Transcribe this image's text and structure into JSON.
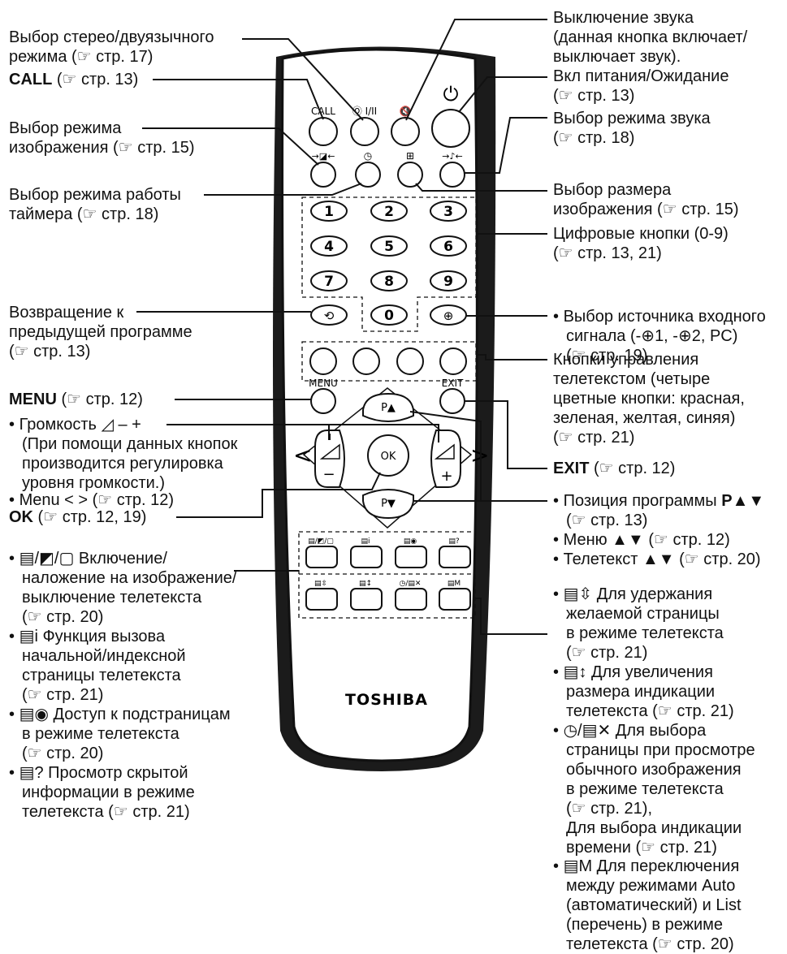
{
  "remote": {
    "brand": "TOSHIBA",
    "buttons": {
      "call": "CALL",
      "stereo": "Ⓞ I/II",
      "mute": "🔇",
      "power": "⏻",
      "picture_mode": "→◪←",
      "timer": "◷",
      "picture_size": "⊞",
      "sound_mode": "→♪←",
      "digits": [
        "1",
        "2",
        "3",
        "4",
        "5",
        "6",
        "7",
        "8",
        "9",
        "0"
      ],
      "recall": "⟲",
      "input": "⊕",
      "menu": "MENU",
      "exit": "EXIT",
      "p_up": "P▲",
      "p_down": "P▼",
      "ok": "OK",
      "vol_minus": "−",
      "vol_plus": "+",
      "tt_row1": [
        "▤/◩/▢",
        "▤i",
        "▤◉",
        "▤?"
      ],
      "tt_row2": [
        "▤⇳",
        "▤↕",
        "◷/▤✕",
        "▤M"
      ]
    }
  },
  "left_labels": {
    "stereo": [
      "Выбор стерео/двуязычного",
      "режима (☞ стр. 17)"
    ],
    "call": [
      "CALL",
      " (☞ стр. 13)"
    ],
    "picture_mode": [
      "Выбор режима",
      "изображения (☞ стр. 15)"
    ],
    "timer": [
      "Выбор режима работы",
      "таймера (☞ стр. 18)"
    ],
    "recall": [
      "Возвращение к",
      "предыдущей программе",
      "(☞ стр. 13)"
    ],
    "menu": [
      "MENU",
      " (☞ стр. 12)"
    ],
    "volume": [
      "Громкость ◿ – +",
      "(При помощи данных кнопок",
      "производится регулировка",
      "уровня громкости.)"
    ],
    "menu_lr": "Menu < > (☞ стр. 12)",
    "ok": [
      "OK",
      " (☞ стр. 12, 19)"
    ],
    "teletext_on": [
      "▤/◩/▢ Включение/",
      "наложение на изображение/",
      "выключение телетекста",
      "(☞ стр. 20)"
    ],
    "teletext_index": [
      "▤i Функция вызова",
      "начальной/индексной",
      "страницы телетекста",
      "(☞ стр. 21)"
    ],
    "teletext_sub": [
      "▤◉ Доступ к подстраницам",
      "в режиме телетекста",
      "(☞ стр. 20)"
    ],
    "teletext_reveal": [
      "▤? Просмотр скрытой",
      "информации в режиме",
      "телетекста (☞ стр. 21)"
    ]
  },
  "right_labels": {
    "mute": [
      "Выключение звука",
      "(данная кнопка включает/",
      "выключает звук)."
    ],
    "power": [
      "Вкл питания/Ожидание",
      "(☞ стр. 13)"
    ],
    "sound_mode": [
      "Выбор режима звука",
      "(☞ стр. 18)"
    ],
    "picture_size": [
      "Выбор размера",
      "изображения (☞ стр. 15)"
    ],
    "digits": [
      "Цифровые кнопки (0-9)",
      "(☞ стр. 13, 21)"
    ],
    "input": [
      "Выбор источника входного",
      "сигнала (-⊕1, -⊕2, PC)",
      "(☞ стр. 19)"
    ],
    "teletext_colors": [
      "Кнопки управления",
      "телетекстом (четыре",
      "цветные кнопки: красная,",
      "зеленая, желтая, синяя)",
      "(☞ стр. 21)"
    ],
    "exit": [
      "EXIT",
      " (☞ стр. 12)"
    ],
    "program": [
      "Позиция программы ",
      "P▲▼",
      "(☞ стр. 13)",
      "Меню ▲▼ (☞ стр. 12)",
      "Телетекст ▲▼ (☞ стр. 20)"
    ],
    "hold": [
      "▤⇳ Для удержания",
      "желаемой страницы",
      "в режиме телетекста",
      "(☞ стр. 21)"
    ],
    "size": [
      "▤↕ Для увеличения",
      "размера индикации",
      "телетекста (☞ стр. 21)"
    ],
    "time": [
      "◷/▤✕ Для выбора",
      "страницы при просмотре",
      "обычного изображения",
      "в режиме телетекста",
      "(☞ стр. 21),",
      "Для выбора индикации",
      "времени (☞ стр. 21)"
    ],
    "mix": [
      "▤M  Для переключения",
      "между режимами Auto",
      "(автоматический) и List",
      "(перечень) в режиме",
      "телетекста (☞ стр. 20)"
    ]
  }
}
